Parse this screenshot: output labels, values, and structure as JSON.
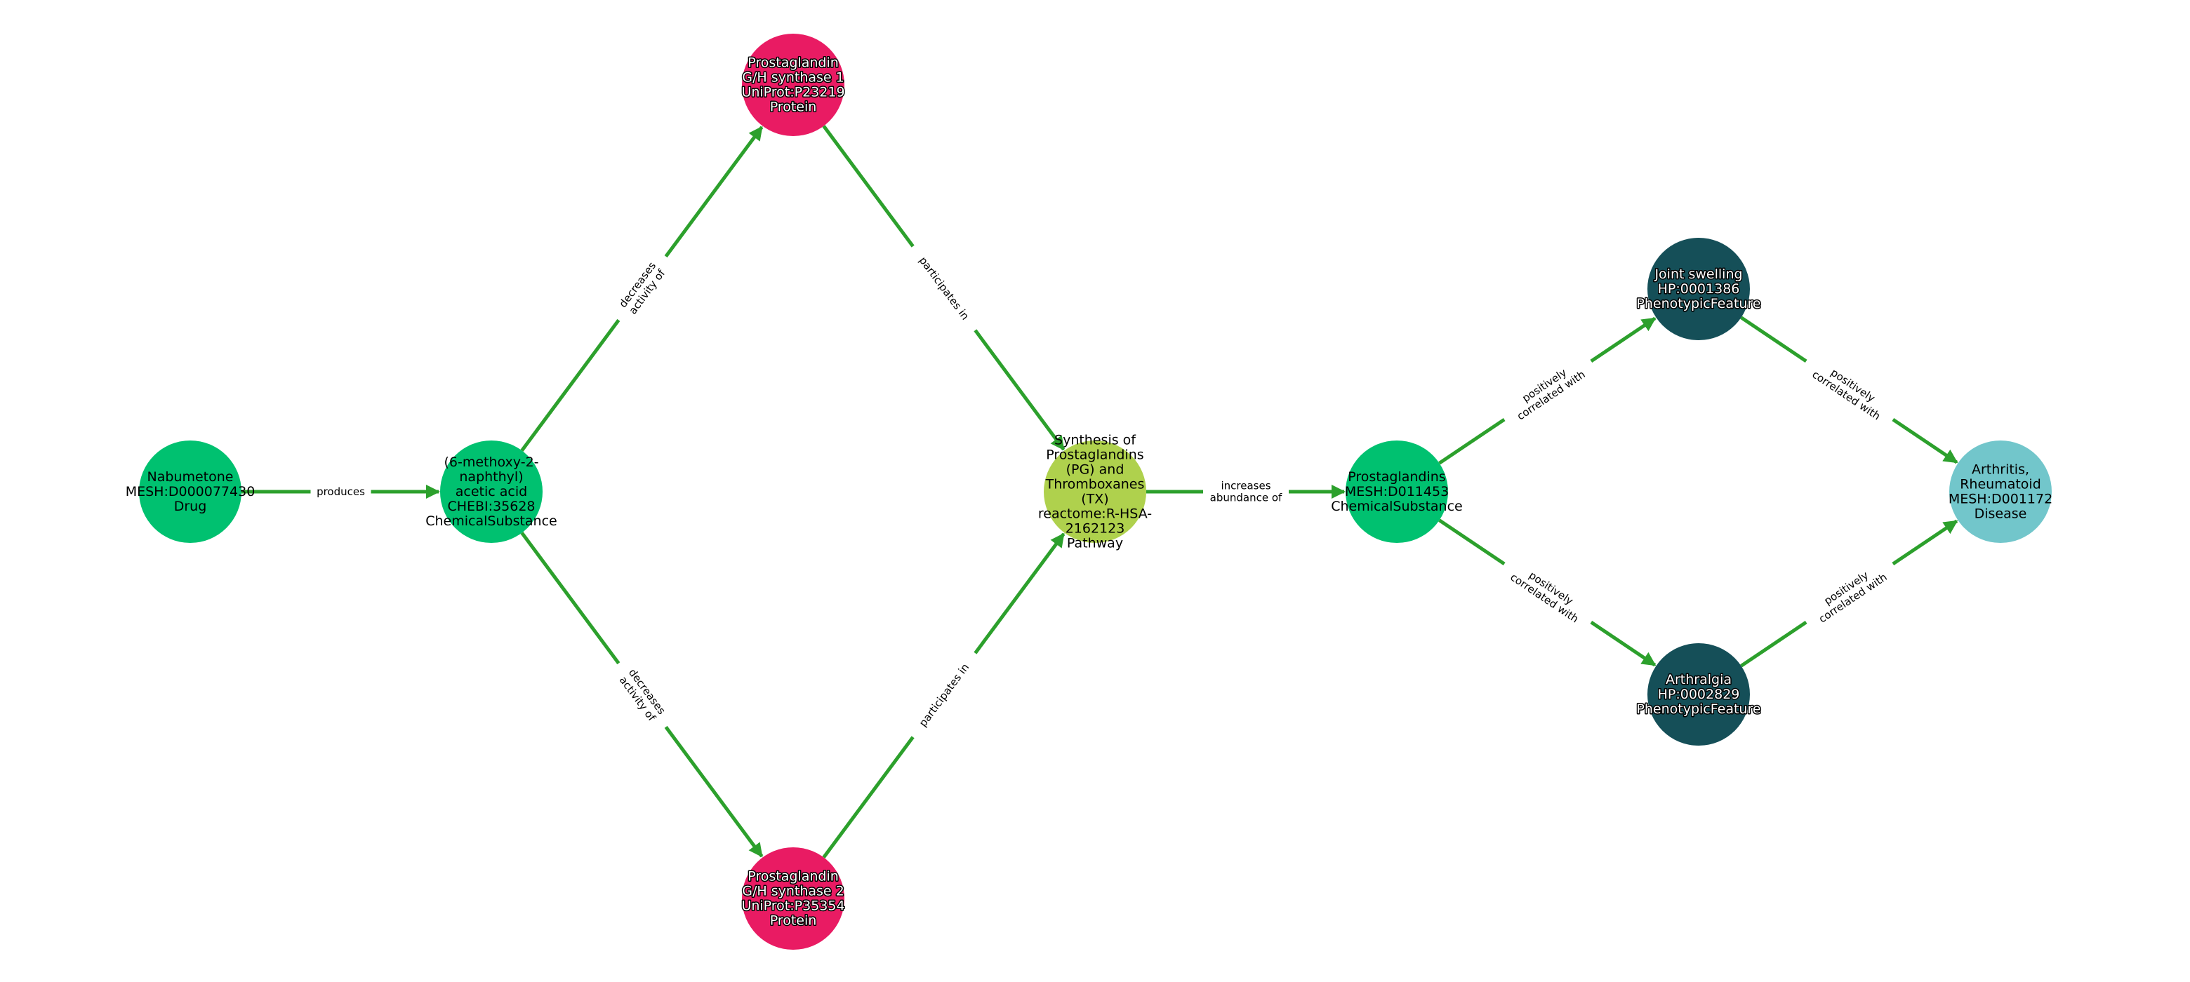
{
  "graph": {
    "edge_color": "#2ca02c",
    "type_colors": {
      "Drug": "#00c170",
      "ChemicalSubstance": "#00c170",
      "Protein": "#e91b63",
      "Pathway": "#afd14d",
      "PhenotypicFeature": "#154f58",
      "Disease": "#72c6cb"
    },
    "nodes": [
      {
        "id": "nabumetone",
        "lines": [
          "Nabumetone",
          "MESH:D000077430",
          "Drug"
        ],
        "type": "Drug",
        "dark_text": false
      },
      {
        "id": "acid",
        "lines": [
          "(6-methoxy-2-",
          "naphthyl)",
          "acetic acid",
          "CHEBI:35628",
          "ChemicalSubstance"
        ],
        "type": "ChemicalSubstance",
        "dark_text": false
      },
      {
        "id": "ptgs1",
        "lines": [
          "Prostaglandin",
          "G/H synthase 1",
          "UniProt:P23219",
          "Protein"
        ],
        "type": "Protein",
        "dark_text": true
      },
      {
        "id": "ptgs2",
        "lines": [
          "Prostaglandin",
          "G/H synthase 2",
          "UniProt:P35354",
          "Protein"
        ],
        "type": "Protein",
        "dark_text": true
      },
      {
        "id": "pathway",
        "lines": [
          "Synthesis of",
          "Prostaglandins",
          "(PG) and",
          "Thromboxanes",
          "(TX)",
          "reactome:R-HSA-",
          "2162123",
          "Pathway"
        ],
        "type": "Pathway",
        "dark_text": false
      },
      {
        "id": "prostaglandins",
        "lines": [
          "Prostaglandins",
          "MESH:D011453",
          "ChemicalSubstance"
        ],
        "type": "ChemicalSubstance",
        "dark_text": false
      },
      {
        "id": "joint",
        "lines": [
          "Joint swelling",
          "HP:0001386",
          "PhenotypicFeature"
        ],
        "type": "PhenotypicFeature",
        "dark_text": true
      },
      {
        "id": "arthralgia",
        "lines": [
          "Arthralgia",
          "HP:0002829",
          "PhenotypicFeature"
        ],
        "type": "PhenotypicFeature",
        "dark_text": true
      },
      {
        "id": "ra",
        "lines": [
          "Arthritis,",
          "Rheumatoid",
          "MESH:D001172",
          "Disease"
        ],
        "type": "Disease",
        "dark_text": false
      }
    ],
    "edges": [
      {
        "source": "nabumetone",
        "target": "acid",
        "lines": [
          "produces"
        ]
      },
      {
        "source": "acid",
        "target": "ptgs1",
        "lines": [
          "decreases",
          "activity of"
        ]
      },
      {
        "source": "acid",
        "target": "ptgs2",
        "lines": [
          "decreases",
          "activity of"
        ]
      },
      {
        "source": "ptgs1",
        "target": "pathway",
        "lines": [
          "participates in"
        ]
      },
      {
        "source": "ptgs2",
        "target": "pathway",
        "lines": [
          "participates in"
        ]
      },
      {
        "source": "pathway",
        "target": "prostaglandins",
        "lines": [
          "increases",
          "abundance of"
        ]
      },
      {
        "source": "prostaglandins",
        "target": "joint",
        "lines": [
          "positively",
          "correlated with"
        ]
      },
      {
        "source": "prostaglandins",
        "target": "arthralgia",
        "lines": [
          "positively",
          "correlated with"
        ]
      },
      {
        "source": "joint",
        "target": "ra",
        "lines": [
          "positively",
          "correlated with"
        ]
      },
      {
        "source": "arthralgia",
        "target": "ra",
        "lines": [
          "positively",
          "correlated with"
        ]
      }
    ]
  }
}
